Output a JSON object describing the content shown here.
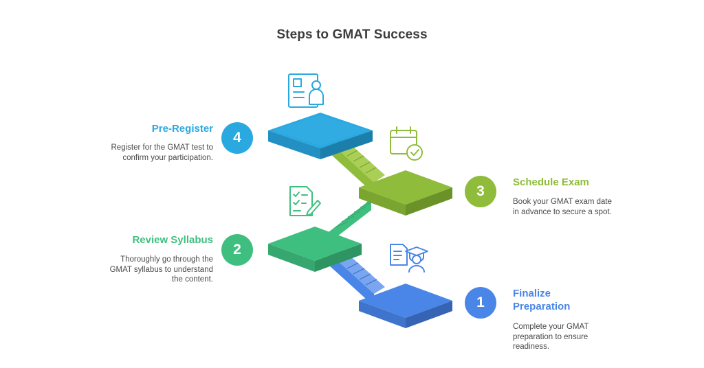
{
  "title": "Steps to GMAT Success",
  "colors": {
    "blue": "#4a86e8",
    "green": "#3fbf7f",
    "olive": "#8fbc3a",
    "cyan": "#2aa8e0"
  },
  "steps": [
    {
      "number": "1",
      "heading": "Finalize Preparation",
      "description": "Complete your GMAT preparation to ensure readiness.",
      "icon": "student-document-icon"
    },
    {
      "number": "2",
      "heading": "Review Syllabus",
      "description": "Thoroughly go through the GMAT syllabus to understand the content.",
      "icon": "checklist-pen-icon"
    },
    {
      "number": "3",
      "heading": "Schedule Exam",
      "description": "Book your GMAT exam date in advance to secure a spot.",
      "icon": "calendar-check-icon"
    },
    {
      "number": "4",
      "heading": "Pre-Register",
      "description": "Register for the GMAT test to confirm your participation.",
      "icon": "registration-form-icon"
    }
  ]
}
